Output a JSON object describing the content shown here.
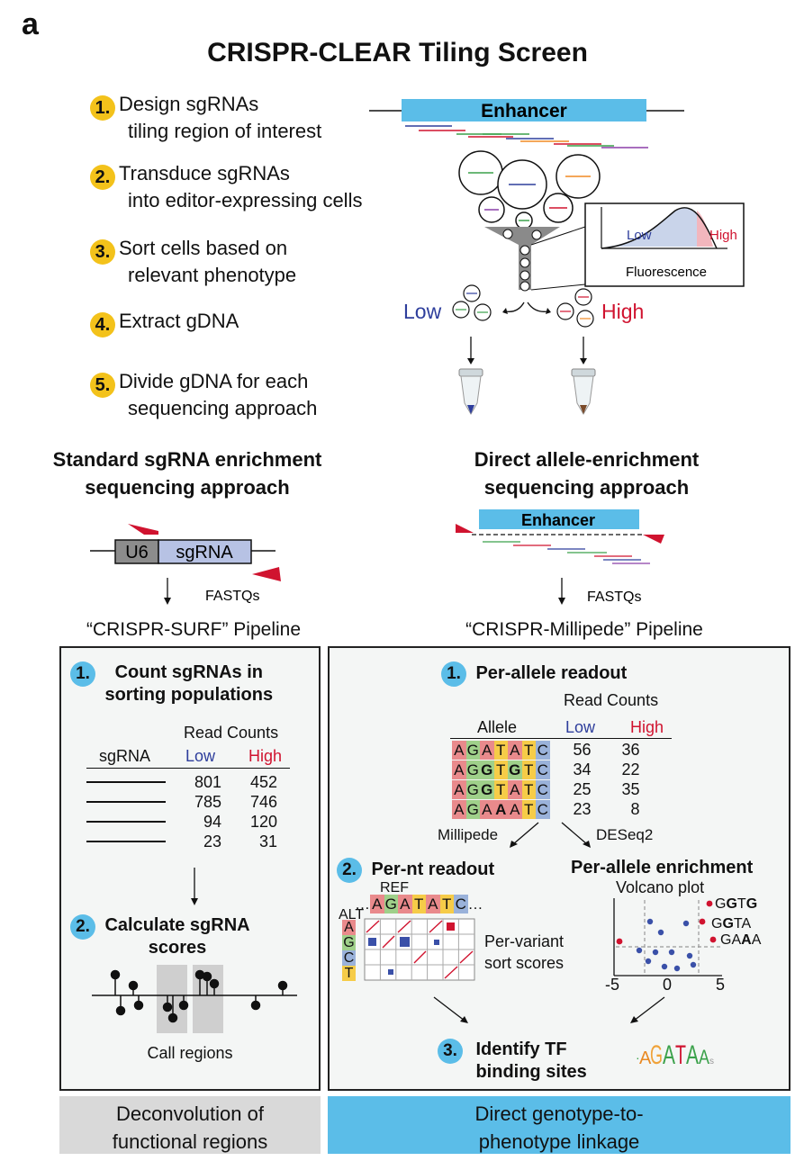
{
  "panel_letter": "a",
  "title": "CRISPR-CLEAR Tiling Screen",
  "steps": [
    {
      "num": "1.",
      "line1": "Design sgRNAs",
      "line2": "tiling region of interest"
    },
    {
      "num": "2.",
      "line1": "Transduce sgRNAs",
      "line2": "into editor-expressing cells"
    },
    {
      "num": "3.",
      "line1": "Sort cells based on",
      "line2": "relevant phenotype"
    },
    {
      "num": "4.",
      "line1": "Extract gDNA",
      "line2": ""
    },
    {
      "num": "5.",
      "line1": "Divide gDNA for each",
      "line2": "sequencing approach"
    }
  ],
  "schematic": {
    "enhancer_label": "Enhancer",
    "sort_low": "Low",
    "sort_high": "High",
    "inset_low": "Low",
    "inset_high": "High",
    "inset_xlabel": "Fluorescence"
  },
  "left": {
    "header_line1": "Standard sgRNA enrichment",
    "header_line2": "sequencing approach",
    "u6_label": "U6",
    "sgrna_label": "sgRNA",
    "fastq_label": "FASTQs",
    "pipeline_label": "“CRISPR-SURF” Pipeline",
    "step1_num": "1.",
    "step1_line1": "Count sgRNAs in",
    "step1_line2": "sorting populations",
    "table_header": "Read Counts",
    "col_sgrna": "sgRNA",
    "col_low": "Low",
    "col_high": "High",
    "rows": [
      {
        "low": "801",
        "high": "452"
      },
      {
        "low": "785",
        "high": "746"
      },
      {
        "low": "94",
        "high": "120"
      },
      {
        "low": "23",
        "high": "31"
      }
    ],
    "step2_num": "2.",
    "step2_line1": "Calculate sgRNA",
    "step2_line2": "scores",
    "call_regions": "Call regions",
    "footer_line1": "Deconvolution of",
    "footer_line2": "functional regions"
  },
  "right": {
    "header_line1": "Direct allele-enrichment",
    "header_line2": "sequencing approach",
    "enhancer_label": "Enhancer",
    "fastq_label": "FASTQs",
    "pipeline_label": "“CRISPR-Millipede” Pipeline",
    "step1_num": "1.",
    "step1_label": "Per-allele readout",
    "table_header": "Read Counts",
    "col_allele": "Allele",
    "col_low": "Low",
    "col_high": "High",
    "alleles": [
      {
        "seq": "AGATATC",
        "bold": [],
        "low": "56",
        "high": "36"
      },
      {
        "seq": "AGGTGTC",
        "bold": [
          2,
          4
        ],
        "low": "34",
        "high": "22"
      },
      {
        "seq": "AGGTATC",
        "bold": [
          2
        ],
        "low": "25",
        "high": "35"
      },
      {
        "seq": "AGAAATC",
        "bold": [
          3
        ],
        "low": "23",
        "high": "8"
      }
    ],
    "branch_left": "Millipede",
    "branch_right": "DESeq2",
    "step2_num": "2.",
    "step2_label": "Per-nt readout",
    "ref_label": "REF",
    "ref_seq": "AGATATC",
    "ellipsis": "…",
    "alt_label": "ALT",
    "alt_nts": [
      "A",
      "G",
      "C",
      "T"
    ],
    "per_variant_line1": "Per-variant",
    "per_variant_line2": "sort scores",
    "enrich_label": "Per-allele enrichment",
    "volcano_label": "Volcano plot",
    "volcano_ticks": [
      "-5",
      "0",
      "5"
    ],
    "volcano_labels": [
      {
        "text": "GGTG",
        "bold": [
          1,
          3
        ]
      },
      {
        "text": "GGTA",
        "bold": [
          1
        ]
      },
      {
        "text": "GAAA",
        "bold": [
          2
        ]
      }
    ],
    "step3_num": "3.",
    "step3_line1": "Identify TF",
    "step3_line2": "binding sites",
    "motif": "AGATAA",
    "footer_line1": "Direct genotype-to-",
    "footer_line2": "phenotype linkage"
  },
  "colors": {
    "badge_yellow": "#f3c21b",
    "badge_blue": "#5bbde8",
    "enhancer_blue": "#5bbde8",
    "low_blue": "#2e3e9c",
    "high_red": "#d0132f",
    "footer_left": "#d9d9d9",
    "footer_right": "#5bbde8"
  }
}
